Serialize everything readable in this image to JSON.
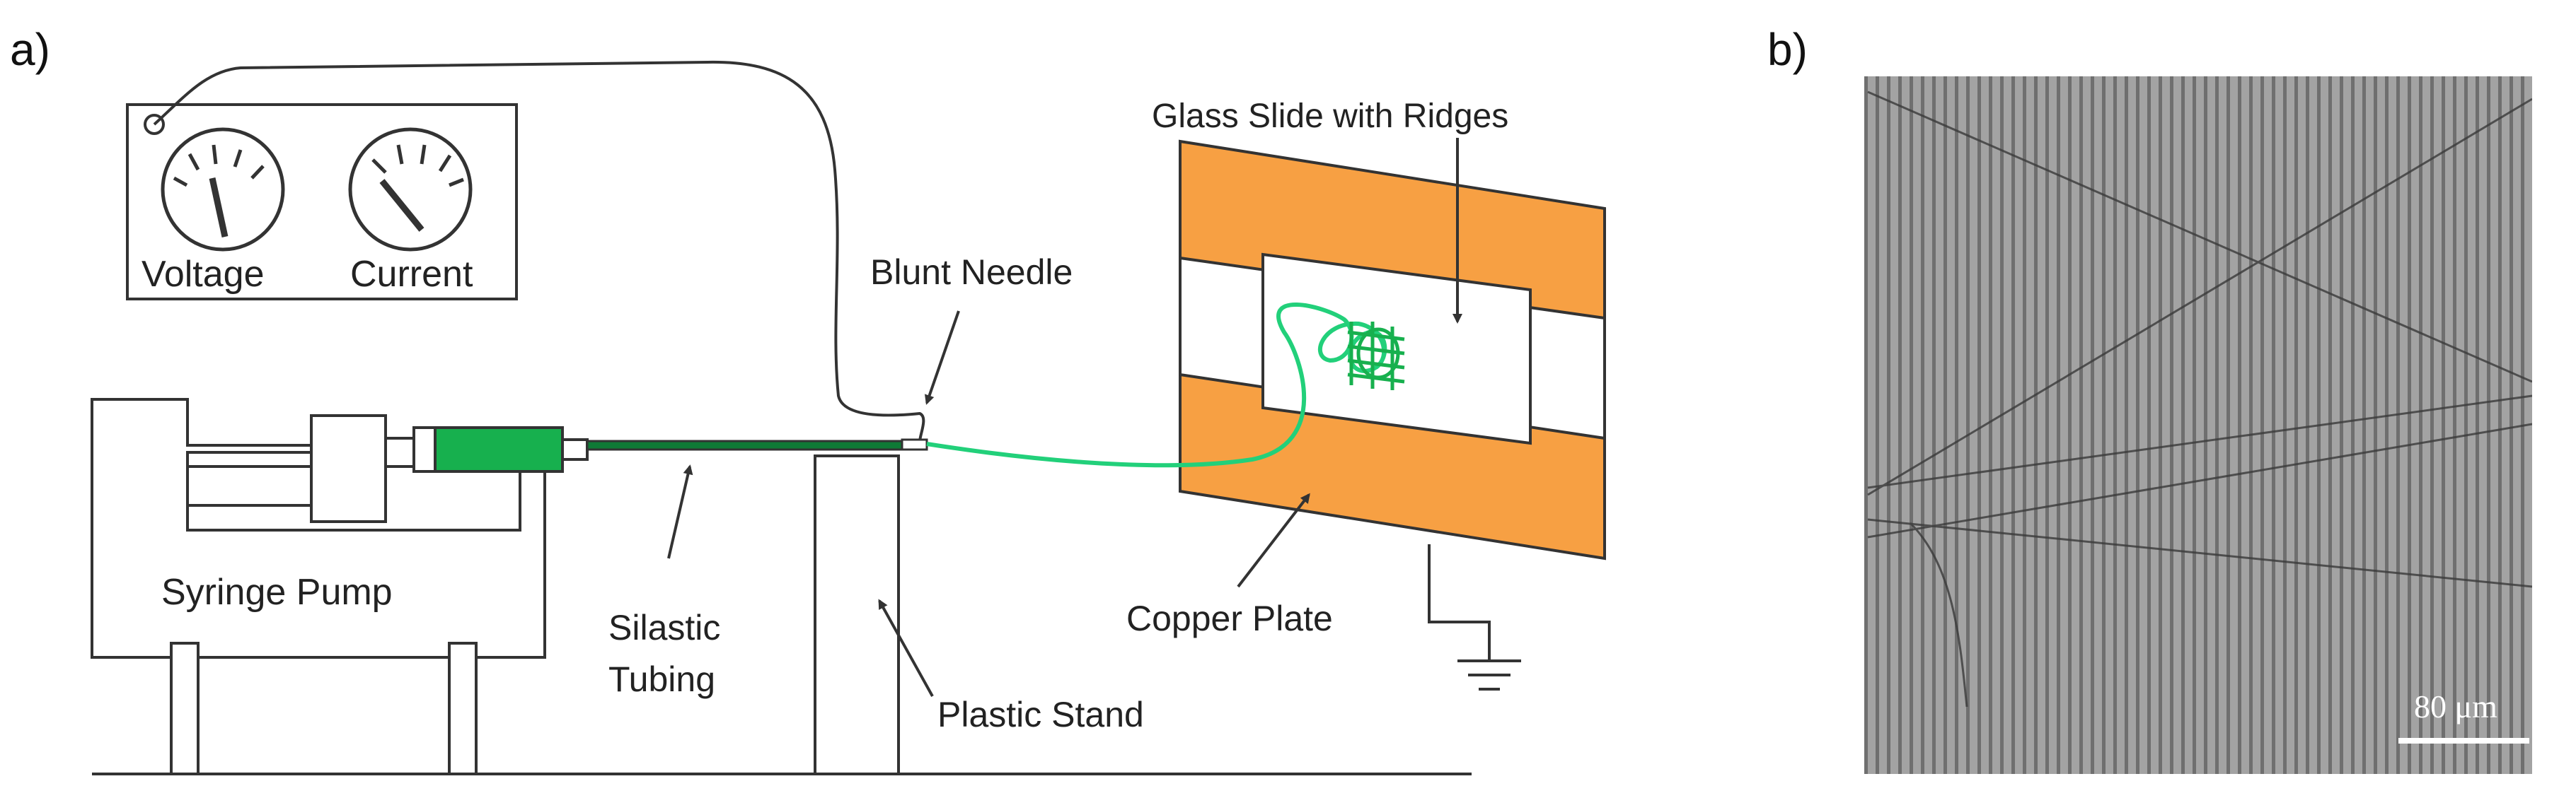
{
  "panel_a": {
    "label": "a)",
    "meter": {
      "voltage_label": "Voltage",
      "current_label": "Current"
    },
    "labels": {
      "blunt_needle": "Blunt Needle",
      "glass_slide": "Glass Slide with Ridges",
      "syringe_pump": "Syringe Pump",
      "silastic_line1": "Silastic",
      "silastic_line2": "Tubing",
      "plastic_stand": "Plastic Stand",
      "copper_plate": "Copper Plate"
    },
    "colors": {
      "copper": "#F7A043",
      "fluid": "#17B04E",
      "fiber": "#22D07A",
      "line": "#333333"
    }
  },
  "panel_b": {
    "label": "b)",
    "scale_bar": "80 μm",
    "colors": {
      "background": "#9c9c9c",
      "ridge_dark": "#7a7a7a"
    }
  }
}
